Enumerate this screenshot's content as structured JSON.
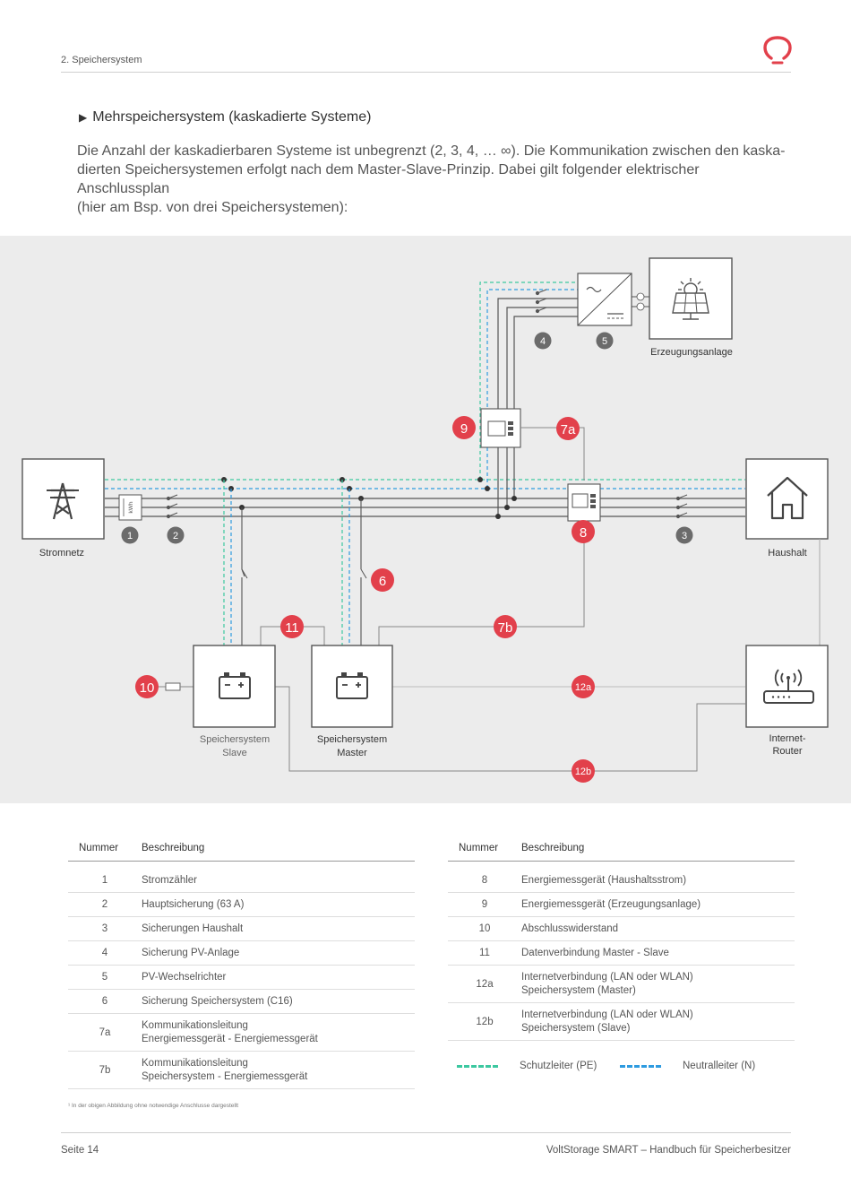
{
  "header": {
    "section": "2. Speichersystem"
  },
  "subheading": "Mehrspeichersystem (kaskadierte Systeme)",
  "intro": {
    "lines": [
      "Die Anzahl der kaskadierbaren Systeme ist unbegrenzt (2, 3, 4, … ∞). Die Kommunikation zwischen den kaska-",
      "dierten Speichersystemen erfolgt nach dem Master-Slave-Prinzip. Dabei gilt folgender elektrischer Anschlussplan",
      "(hier am Bsp. von drei Speichersystemen):"
    ]
  },
  "diagram": {
    "labels": {
      "stromnetz": "Stromnetz",
      "haushalt": "Haushalt",
      "erzeugung": "Erzeugungsanlage",
      "slave_1": "Speichersystem",
      "slave_2": "Slave",
      "master_1": "Speichersystem",
      "master_2": "Master",
      "router_1": "Internet-",
      "router_2": "Router",
      "kwh": "kWh"
    },
    "markers": {
      "m1": "1",
      "m2": "2",
      "m3": "3",
      "m4": "4",
      "m5": "5",
      "m6": "6",
      "m7a": "7a",
      "m7b": "7b",
      "m8": "8",
      "m9": "9",
      "m10": "10",
      "m11": "11",
      "m12a": "12a",
      "m12b": "12b"
    },
    "colors": {
      "pe": "#3cc8a0",
      "n": "#2e9be0",
      "line": "#555555",
      "marker_red": "#e2404b",
      "marker_grey": "#6b6b6b"
    }
  },
  "table_left": {
    "col_num": "Nummer",
    "col_desc": "Beschreibung",
    "rows": [
      {
        "num": "1",
        "desc": [
          "Stromzähler"
        ]
      },
      {
        "num": "2",
        "desc": [
          "Hauptsicherung (63 A)"
        ]
      },
      {
        "num": "3",
        "desc": [
          "Sicherungen Haushalt"
        ]
      },
      {
        "num": "4",
        "desc": [
          "Sicherung PV-Anlage"
        ]
      },
      {
        "num": "5",
        "desc": [
          "PV-Wechselrichter"
        ]
      },
      {
        "num": "6",
        "desc": [
          "Sicherung Speichersystem (C16)"
        ]
      },
      {
        "num": "7a",
        "desc": [
          "Kommunikationsleitung",
          "Energiemessgerät - Energiemessgerät"
        ]
      },
      {
        "num": "7b",
        "desc": [
          "Kommunikationsleitung",
          "Speichersystem - Energiemessgerät"
        ]
      }
    ]
  },
  "table_right": {
    "col_num": "Nummer",
    "col_desc": "Beschreibung",
    "rows": [
      {
        "num": "8",
        "desc": [
          "Energiemessgerät (Haushaltsstrom)"
        ]
      },
      {
        "num": "9",
        "desc": [
          "Energiemessgerät (Erzeugungsanlage)"
        ]
      },
      {
        "num": "10",
        "desc": [
          "Abschlusswiderstand"
        ]
      },
      {
        "num": "11",
        "desc": [
          "Datenverbindung Master - Slave"
        ]
      },
      {
        "num": "12a",
        "desc": [
          "Internetverbindung (LAN oder WLAN)",
          "Speichersystem (Master)"
        ]
      },
      {
        "num": "12b",
        "desc": [
          "Internetverbindung (LAN oder WLAN)",
          "Speichersystem (Slave)"
        ]
      }
    ]
  },
  "legend": {
    "pe": "Schutzleiter (PE)",
    "n": "Neutralleiter (N)"
  },
  "footnote": "¹ In der obigen Abbildung ohne notwendige Anschlusse dargestellt",
  "footer": {
    "page": "Seite 14",
    "title": "VoltStorage SMART – Handbuch für Speicherbesitzer"
  }
}
